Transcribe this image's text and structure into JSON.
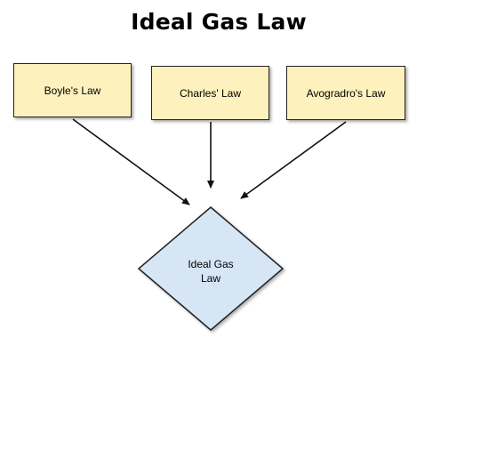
{
  "diagram": {
    "title": "Ideal Gas Law",
    "sources": [
      {
        "id": "boyle",
        "label": "Boyle's Law"
      },
      {
        "id": "charles",
        "label": "Charles' Law"
      },
      {
        "id": "avogadro",
        "label": "Avogradro's Law"
      }
    ],
    "target": {
      "label": "Ideal Gas\nLaw"
    },
    "colors": {
      "source_fill": "#fdf1bd",
      "target_fill": "#d6e6f5",
      "stroke": "#222222"
    }
  }
}
